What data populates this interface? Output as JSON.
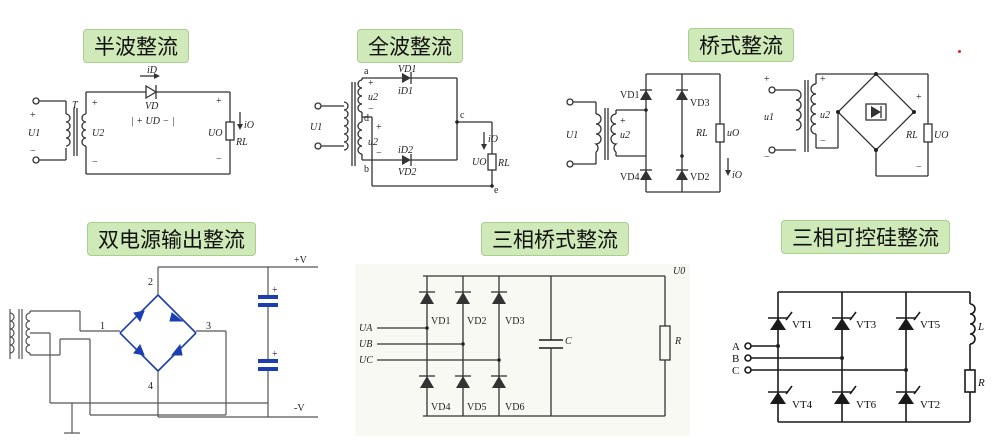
{
  "panels": {
    "half_wave": {
      "title": "半波整流",
      "labels": [
        "T",
        "U1",
        "+",
        "−",
        "U2",
        "+",
        "−",
        "iD",
        "VD",
        "| + UD − |",
        "+",
        "−",
        "UO",
        "RL",
        "iO"
      ]
    },
    "full_wave": {
      "title": "全波整流",
      "labels": [
        "a",
        "VD1",
        "iD1",
        "u2",
        "+",
        "−",
        "U1",
        "c",
        "iO",
        "d",
        "+",
        "u2",
        "−",
        "iD2",
        "VD2",
        "UO",
        "RL",
        "b",
        "e"
      ]
    },
    "bridge": {
      "title": "桥式整流",
      "labels": [
        "VD1",
        "VD3",
        "+",
        "u2",
        "U1",
        "RL",
        "uO",
        "VD4",
        "VD2",
        "iO"
      ],
      "labels2": [
        "+",
        "u1",
        "+",
        "u2",
        "−",
        "−",
        "+",
        "RL",
        "UO",
        "−"
      ]
    },
    "dual_supply": {
      "title": "双电源输出整流",
      "labels": [
        "+V",
        "2",
        "1",
        "3",
        "4",
        "-V",
        "+",
        "+"
      ]
    },
    "three_phase_bridge": {
      "title": "三相桥式整流",
      "labels": [
        "U0",
        "VD1",
        "VD2",
        "VD3",
        "UA",
        "UB",
        "UC",
        "C",
        "R",
        "VD4",
        "VD5",
        "VD6"
      ]
    },
    "three_phase_scr": {
      "title": "三相可控硅整流",
      "labels": [
        "VT1",
        "VT3",
        "VT5",
        "L",
        "A",
        "B",
        "C",
        "R",
        "VT4",
        "VT6",
        "VT2"
      ]
    }
  }
}
